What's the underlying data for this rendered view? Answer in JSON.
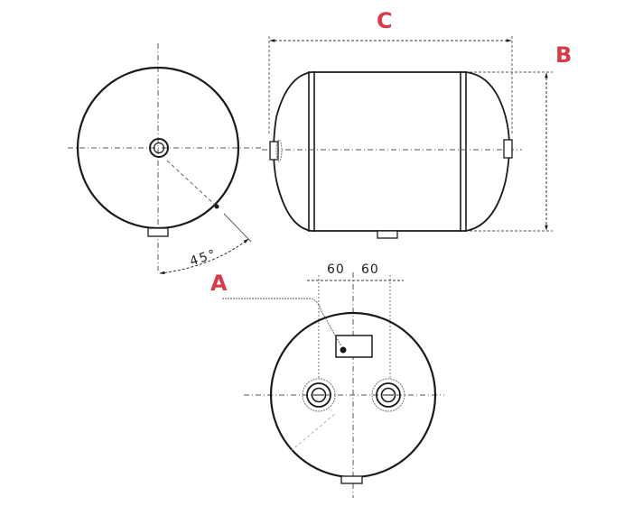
{
  "diagram": {
    "title": "Horizontal air receiver tank – technical drawing (end view, side view, bottom view)",
    "labels": {
      "A": "A",
      "B": "B",
      "C": "C"
    },
    "dimensions": {
      "port_offset_left": "60",
      "port_offset_right": "60",
      "angle": "45°"
    },
    "views": [
      {
        "id": "end-view",
        "description": "Circular end view with central port, bottom drain boss and 45° angle dimension"
      },
      {
        "id": "side-view",
        "description": "Cylindrical tank with domed heads, weld seams, end ports; overall length C and diameter B"
      },
      {
        "id": "bottom-view",
        "description": "Circular view with two threaded ports 60 mm either side of center, nameplate A and drain boss"
      }
    ],
    "colors": {
      "line": "#1a1a1a",
      "centerline": "#555555",
      "label": "#d93a4a",
      "background": "#ffffff"
    }
  }
}
